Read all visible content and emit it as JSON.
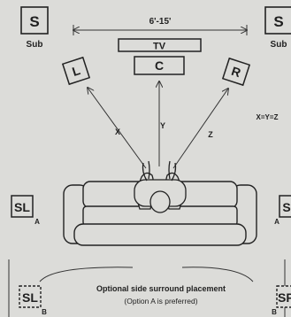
{
  "dimension": "6'-15'",
  "speakers": {
    "sub_left": {
      "letter": "S",
      "caption": "Sub"
    },
    "sub_right": {
      "letter": "S",
      "caption": "Sub"
    },
    "tv": "TV",
    "center": "C",
    "left": "L",
    "right": "R",
    "surround_left_a": {
      "letter": "SL",
      "suffix": "A"
    },
    "surround_right_a": {
      "letter": "S",
      "suffix": "A"
    },
    "surround_left_b": {
      "letter": "SL",
      "suffix": "B"
    },
    "surround_right_b": {
      "letter": "SF",
      "suffix": "B"
    }
  },
  "distances": {
    "x": "X",
    "y": "Y",
    "z": "Z",
    "equation": "X=Y=Z"
  },
  "notes": {
    "side_surround_title": "Optional side surround placement",
    "side_surround_sub": "(Option A is preferred)"
  }
}
